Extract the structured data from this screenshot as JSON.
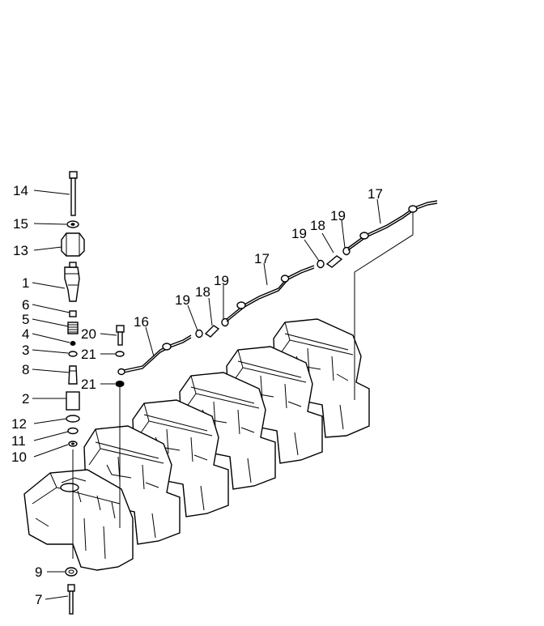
{
  "callouts": [
    {
      "id": "c14",
      "label": "14"
    },
    {
      "id": "c15",
      "label": "15"
    },
    {
      "id": "c13",
      "label": "13"
    },
    {
      "id": "c1",
      "label": "1"
    },
    {
      "id": "c6",
      "label": "6"
    },
    {
      "id": "c5",
      "label": "5"
    },
    {
      "id": "c4",
      "label": "4"
    },
    {
      "id": "c3",
      "label": "3"
    },
    {
      "id": "c8",
      "label": "8"
    },
    {
      "id": "c2",
      "label": "2"
    },
    {
      "id": "c12",
      "label": "12"
    },
    {
      "id": "c11",
      "label": "11"
    },
    {
      "id": "c10",
      "label": "10"
    },
    {
      "id": "c9",
      "label": "9"
    },
    {
      "id": "c7",
      "label": "7"
    },
    {
      "id": "c20",
      "label": "20"
    },
    {
      "id": "c21a",
      "label": "21"
    },
    {
      "id": "c21b",
      "label": "21"
    },
    {
      "id": "c16",
      "label": "16"
    },
    {
      "id": "c19a",
      "label": "19"
    },
    {
      "id": "c18a",
      "label": "18"
    },
    {
      "id": "c19b",
      "label": "19"
    },
    {
      "id": "c17a",
      "label": "17"
    },
    {
      "id": "c19c",
      "label": "19"
    },
    {
      "id": "c18b",
      "label": "18"
    },
    {
      "id": "c19d",
      "label": "19"
    },
    {
      "id": "c17b",
      "label": "17"
    }
  ]
}
